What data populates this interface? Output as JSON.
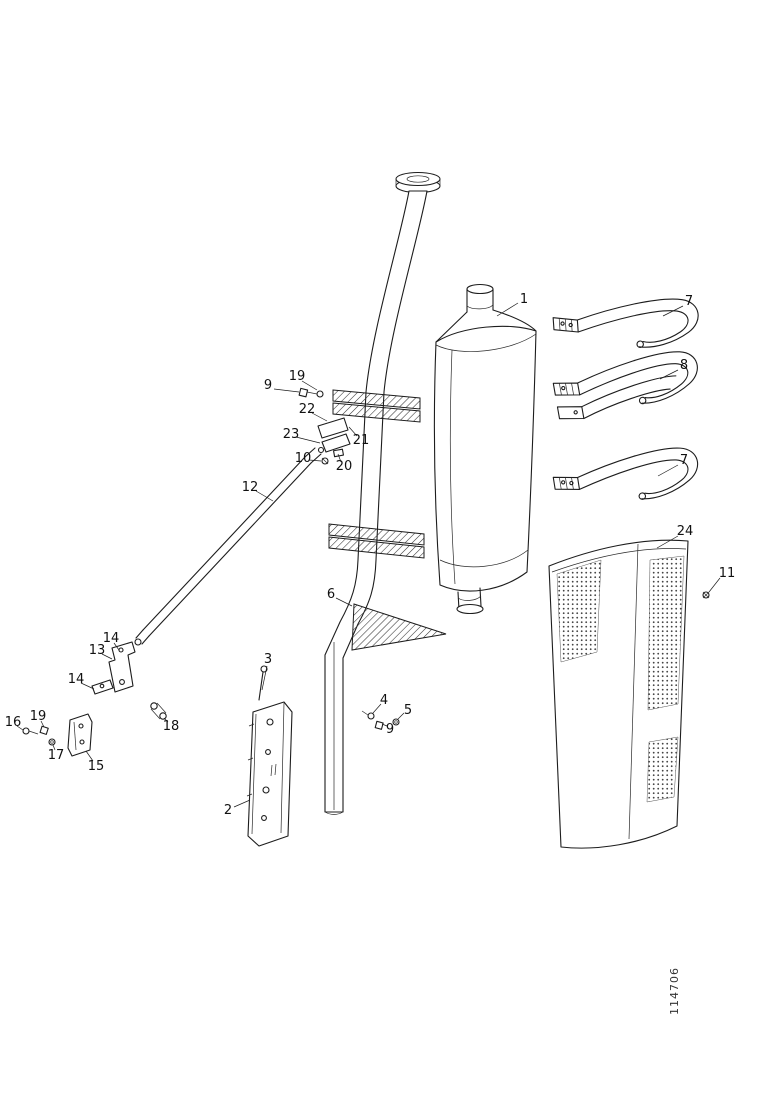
{
  "diagram": {
    "type": "exploded-parts-diagram",
    "subject": "Exhaust muffler, mounting straps and heat shield assembly",
    "drawing_number": "114706",
    "callouts": [
      "1",
      "7",
      "8",
      "7",
      "24",
      "11",
      "19",
      "9",
      "22",
      "23",
      "21",
      "10",
      "20",
      "12",
      "6",
      "3",
      "13",
      "14",
      "14",
      "16",
      "19",
      "17",
      "15",
      "18",
      "4",
      "5",
      "9",
      "2"
    ]
  }
}
